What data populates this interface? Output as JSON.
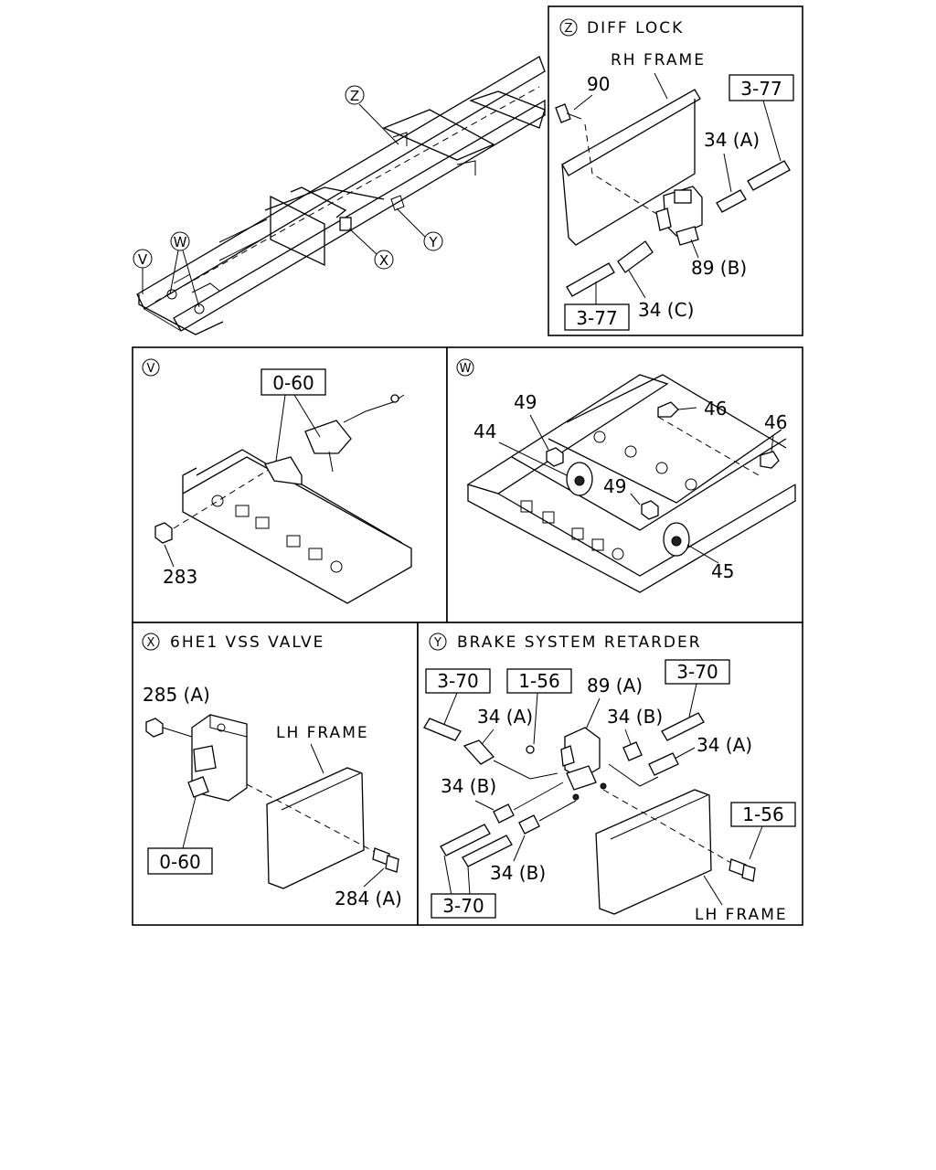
{
  "overview": {
    "callouts": {
      "z": "Z",
      "y": "Y",
      "x": "X",
      "w": "W",
      "v": "V"
    }
  },
  "panel_z": {
    "letter": "Z",
    "title": "DIFF LOCK",
    "frame_label": "RH FRAME",
    "parts": {
      "p90": "90",
      "p34a": "34 (A)",
      "p89b": "89 (B)",
      "p34c": "34 (C)"
    },
    "refs": {
      "top": "3-77",
      "bottom": "3-77"
    }
  },
  "panel_v": {
    "letter": "V",
    "refs": {
      "ref": "0-60"
    },
    "parts": {
      "p283": "283"
    }
  },
  "panel_w": {
    "letter": "W",
    "parts": {
      "p49_top": "49",
      "p44": "44",
      "p46_left": "46",
      "p46_right": "46",
      "p49_mid": "49",
      "p45": "45"
    }
  },
  "panel_x": {
    "letter": "X",
    "title": "6HE1 VSS VALVE",
    "frame_label": "LH FRAME",
    "parts": {
      "p285a": "285 (A)",
      "p284a": "284 (A)"
    },
    "refs": {
      "ref": "0-60"
    }
  },
  "panel_y": {
    "letter": "Y",
    "title": "BRAKE SYSTEM RETARDER",
    "frame_label": "LH FRAME",
    "parts": {
      "p89a": "89 (A)",
      "p34a_left": "34 (A)",
      "p34b_top": "34 (B)",
      "p34a_right": "34 (A)",
      "p34b_left": "34 (B)",
      "p34b_bottom": "34 (B)"
    },
    "refs": {
      "r370_left": "3-70",
      "r156_top": "1-56",
      "r370_right": "3-70",
      "r156_right": "1-56",
      "r370_bottom": "3-70"
    }
  }
}
